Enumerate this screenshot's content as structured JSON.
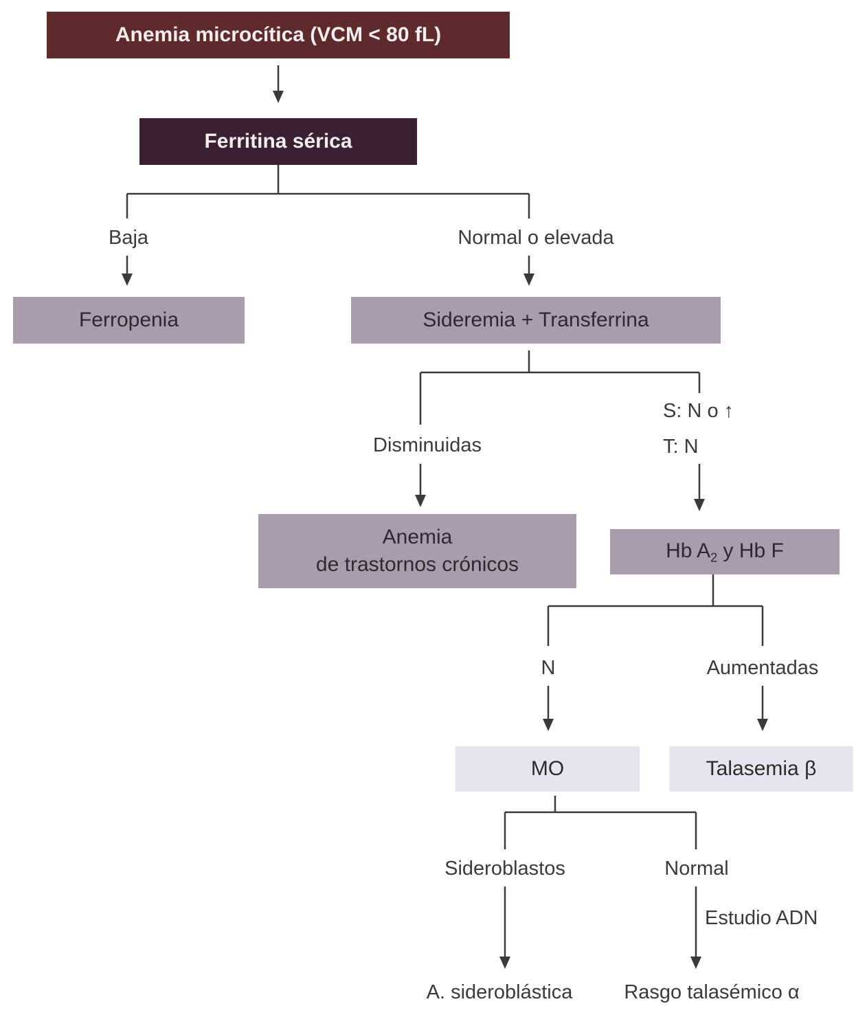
{
  "nodes": {
    "root": "Anemia microcítica (VCM < 80 fL)",
    "ferritina": "Ferritina sérica",
    "ferropenia": "Ferropenia",
    "sideremia": "Sideremia + Transferrina",
    "anemia_cronica_line1": "Anemia",
    "anemia_cronica_line2": "de trastornos crónicos",
    "hb_pre": "Hb A",
    "hb_sub": "2",
    "hb_post": " y Hb F",
    "mo": "MO",
    "talasemia_beta": "Talasemia β",
    "a_sideroblastica": "A. sideroblástica",
    "rasgo_talasemico": "Rasgo talasémico α"
  },
  "edges": {
    "baja": "Baja",
    "normal_elevada": "Normal o elevada",
    "disminuidas": "Disminuidas",
    "s_n_o_up": "S: N o ↑",
    "t_n": "T: N",
    "n": "N",
    "aumentadas": "Aumentadas",
    "sideroblastos": "Sideroblastos",
    "normal": "Normal",
    "estudio_adn": "Estudio ADN"
  },
  "colors": {
    "root": "#5e2a2c",
    "level2": "#3a2030",
    "level3": "#a99cae",
    "level4": "#e6e4ec",
    "lines": "#3a3a3a"
  }
}
